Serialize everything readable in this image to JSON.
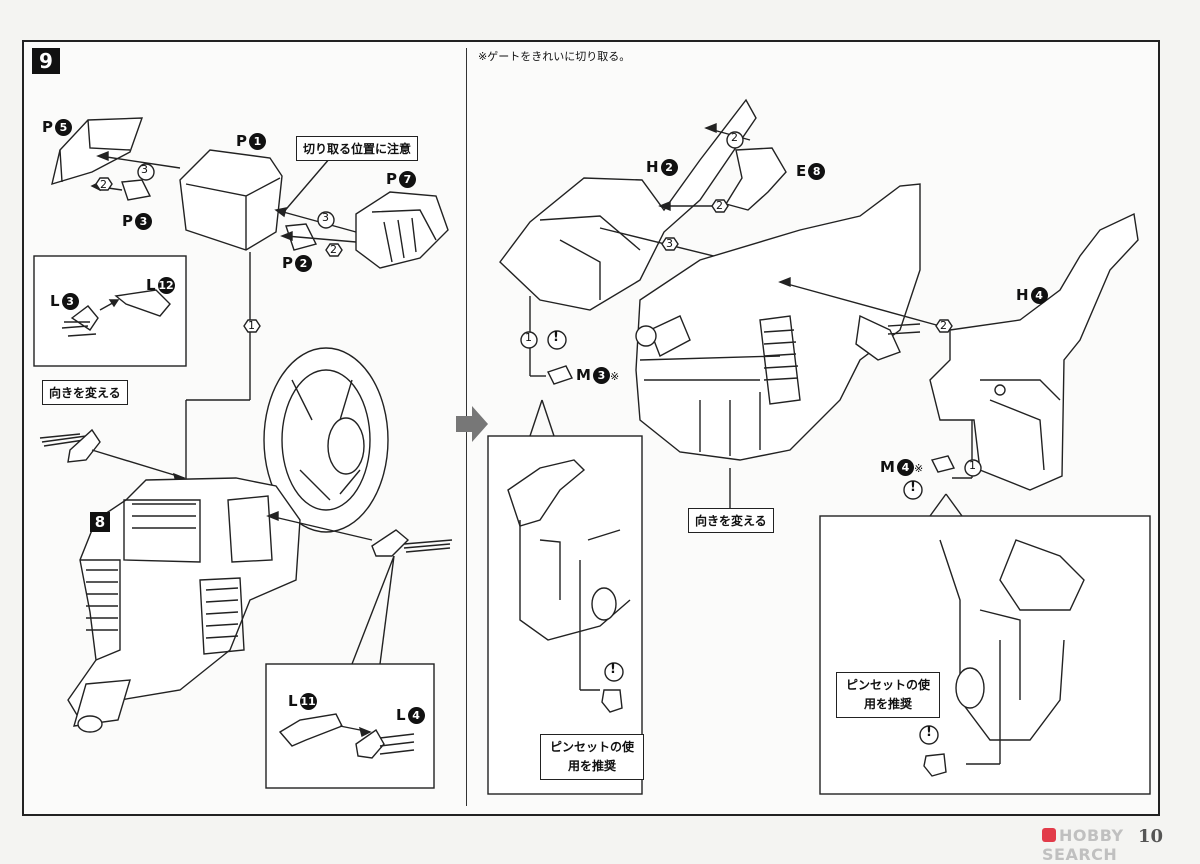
{
  "step_number": "9",
  "substep_number": "8",
  "gate_note": "※ゲートをきれいに切り取る。",
  "parts": {
    "p5": {
      "letter": "P",
      "num": "5"
    },
    "p1": {
      "letter": "P",
      "num": "1"
    },
    "p3": {
      "letter": "P",
      "num": "3"
    },
    "p7": {
      "letter": "P",
      "num": "7"
    },
    "p2": {
      "letter": "P",
      "num": "2"
    },
    "l3": {
      "letter": "L",
      "num": "3"
    },
    "l12": {
      "letter": "L",
      "num": "12"
    },
    "l11": {
      "letter": "L",
      "num": "11"
    },
    "l4": {
      "letter": "L",
      "num": "4"
    },
    "h2": {
      "letter": "H",
      "num": "2"
    },
    "e8": {
      "letter": "E",
      "num": "8"
    },
    "h4": {
      "letter": "H",
      "num": "4"
    },
    "m3": {
      "letter": "M",
      "num": "3",
      "mark": "※"
    },
    "m4": {
      "letter": "M",
      "num": "4",
      "mark": "※"
    }
  },
  "callouts": {
    "cut_position": "切り取る位置に注意",
    "change_direction_left": "向きを変える",
    "change_direction_right": "向きを変える",
    "tweezers_left": "ピンセットの使用を推奨",
    "tweezers_right": "ピンセットの使用を推奨"
  },
  "step_markers": [
    "1",
    "2",
    "3"
  ],
  "page_number": "10",
  "watermark": "HOBBY SEARCH"
}
